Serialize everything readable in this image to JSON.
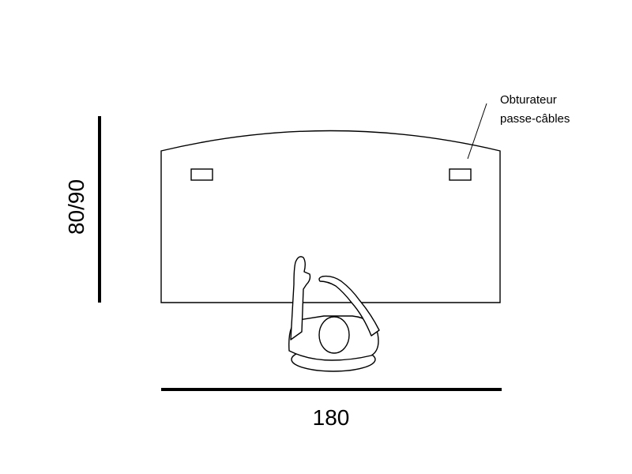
{
  "dimensions": {
    "depth_label": "80/90",
    "width_label": "180"
  },
  "callout": {
    "line1": "Obturateur",
    "line2": "passe-câbles"
  },
  "colors": {
    "stroke": "#000000",
    "background": "#ffffff"
  }
}
